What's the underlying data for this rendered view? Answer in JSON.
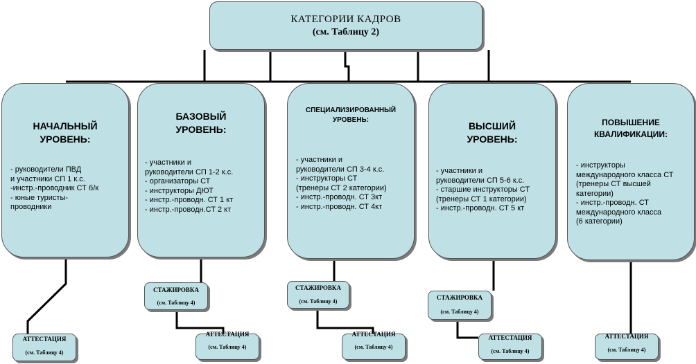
{
  "header": {
    "title": "КАТЕГОРИИ КАДРОВ",
    "subtitle": "(см. Таблицу 2)"
  },
  "levels": [
    {
      "heading": [
        "НАЧАЛЬНЫЙ",
        "УРОВЕНЬ:"
      ],
      "items": [
        "- руководители ПВД",
        "и участники СП 1 к.с.",
        "-инстр.-проводник СТ б/к",
        "- юные туристы-",
        "проводники"
      ]
    },
    {
      "heading": [
        "БАЗОВЫЙ",
        "УРОВЕНЬ:"
      ],
      "items": [
        "- участники и",
        "руководители СП 1-2 к.с.",
        "- организаторы СТ",
        "- инструкторы ДЮТ",
        "- инстр.-проводн. СТ 1 кт",
        "- инстр.-проводн.СТ 2 кт"
      ]
    },
    {
      "heading": [
        "СПЕЦИАЛИЗИРОВАННЫЙ",
        "УРОВЕНЬ:"
      ],
      "items": [
        "- участники и",
        "руководители СП 3-4 к.с.",
        "- инструкторы СТ",
        "(тренеры  СТ 2 категории)",
        "- инстр.-проводн. СТ 3кт",
        "- инстр.-проводн. СТ 4кт"
      ]
    },
    {
      "heading": [
        "ВЫСШИЙ",
        "УРОВЕНЬ:"
      ],
      "items": [
        "- участники и",
        "руководители СП 5-6 к.с.",
        "- старшие инструкторы СТ",
        "(тренеры СТ 1 категории)",
        "- инстр.-проводн. СТ 5 кт"
      ]
    },
    {
      "heading": [
        "ПОВЫШЕНИЕ",
        "КВАЛИФИКАЦИИ:"
      ],
      "items": [
        "- инструкторы",
        "международного класса СТ",
        "(тренеры СТ высшей",
        "категории)",
        "- инстр.-проводн. СТ",
        "международного класса",
        "(6 категории)"
      ]
    }
  ],
  "small_boxes": {
    "internship_label": "СТАЖИРОВКА",
    "attestation_label": "АТТЕСТАЦИЯ",
    "table_ref": "(см. Таблицу 4)"
  }
}
